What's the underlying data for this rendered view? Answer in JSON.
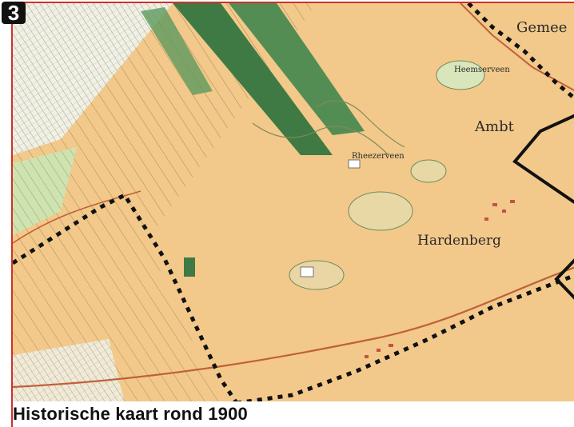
{
  "map": {
    "badge_number": "3",
    "caption": "Historische kaart rond 1900",
    "place_labels": {
      "gemeente": "Gemee",
      "heemserveen": "Heemserveen",
      "ambt": "Ambt",
      "rheezerveen": "Rheezerveen",
      "hardenberg": "Hardenberg"
    },
    "colors": {
      "land": "#f2c98a",
      "forest": "#3f7a44",
      "meadow": "#cfe3b0",
      "boundary": "#111111",
      "road": "#c0603a",
      "frame_accent": "#d0302a"
    }
  }
}
